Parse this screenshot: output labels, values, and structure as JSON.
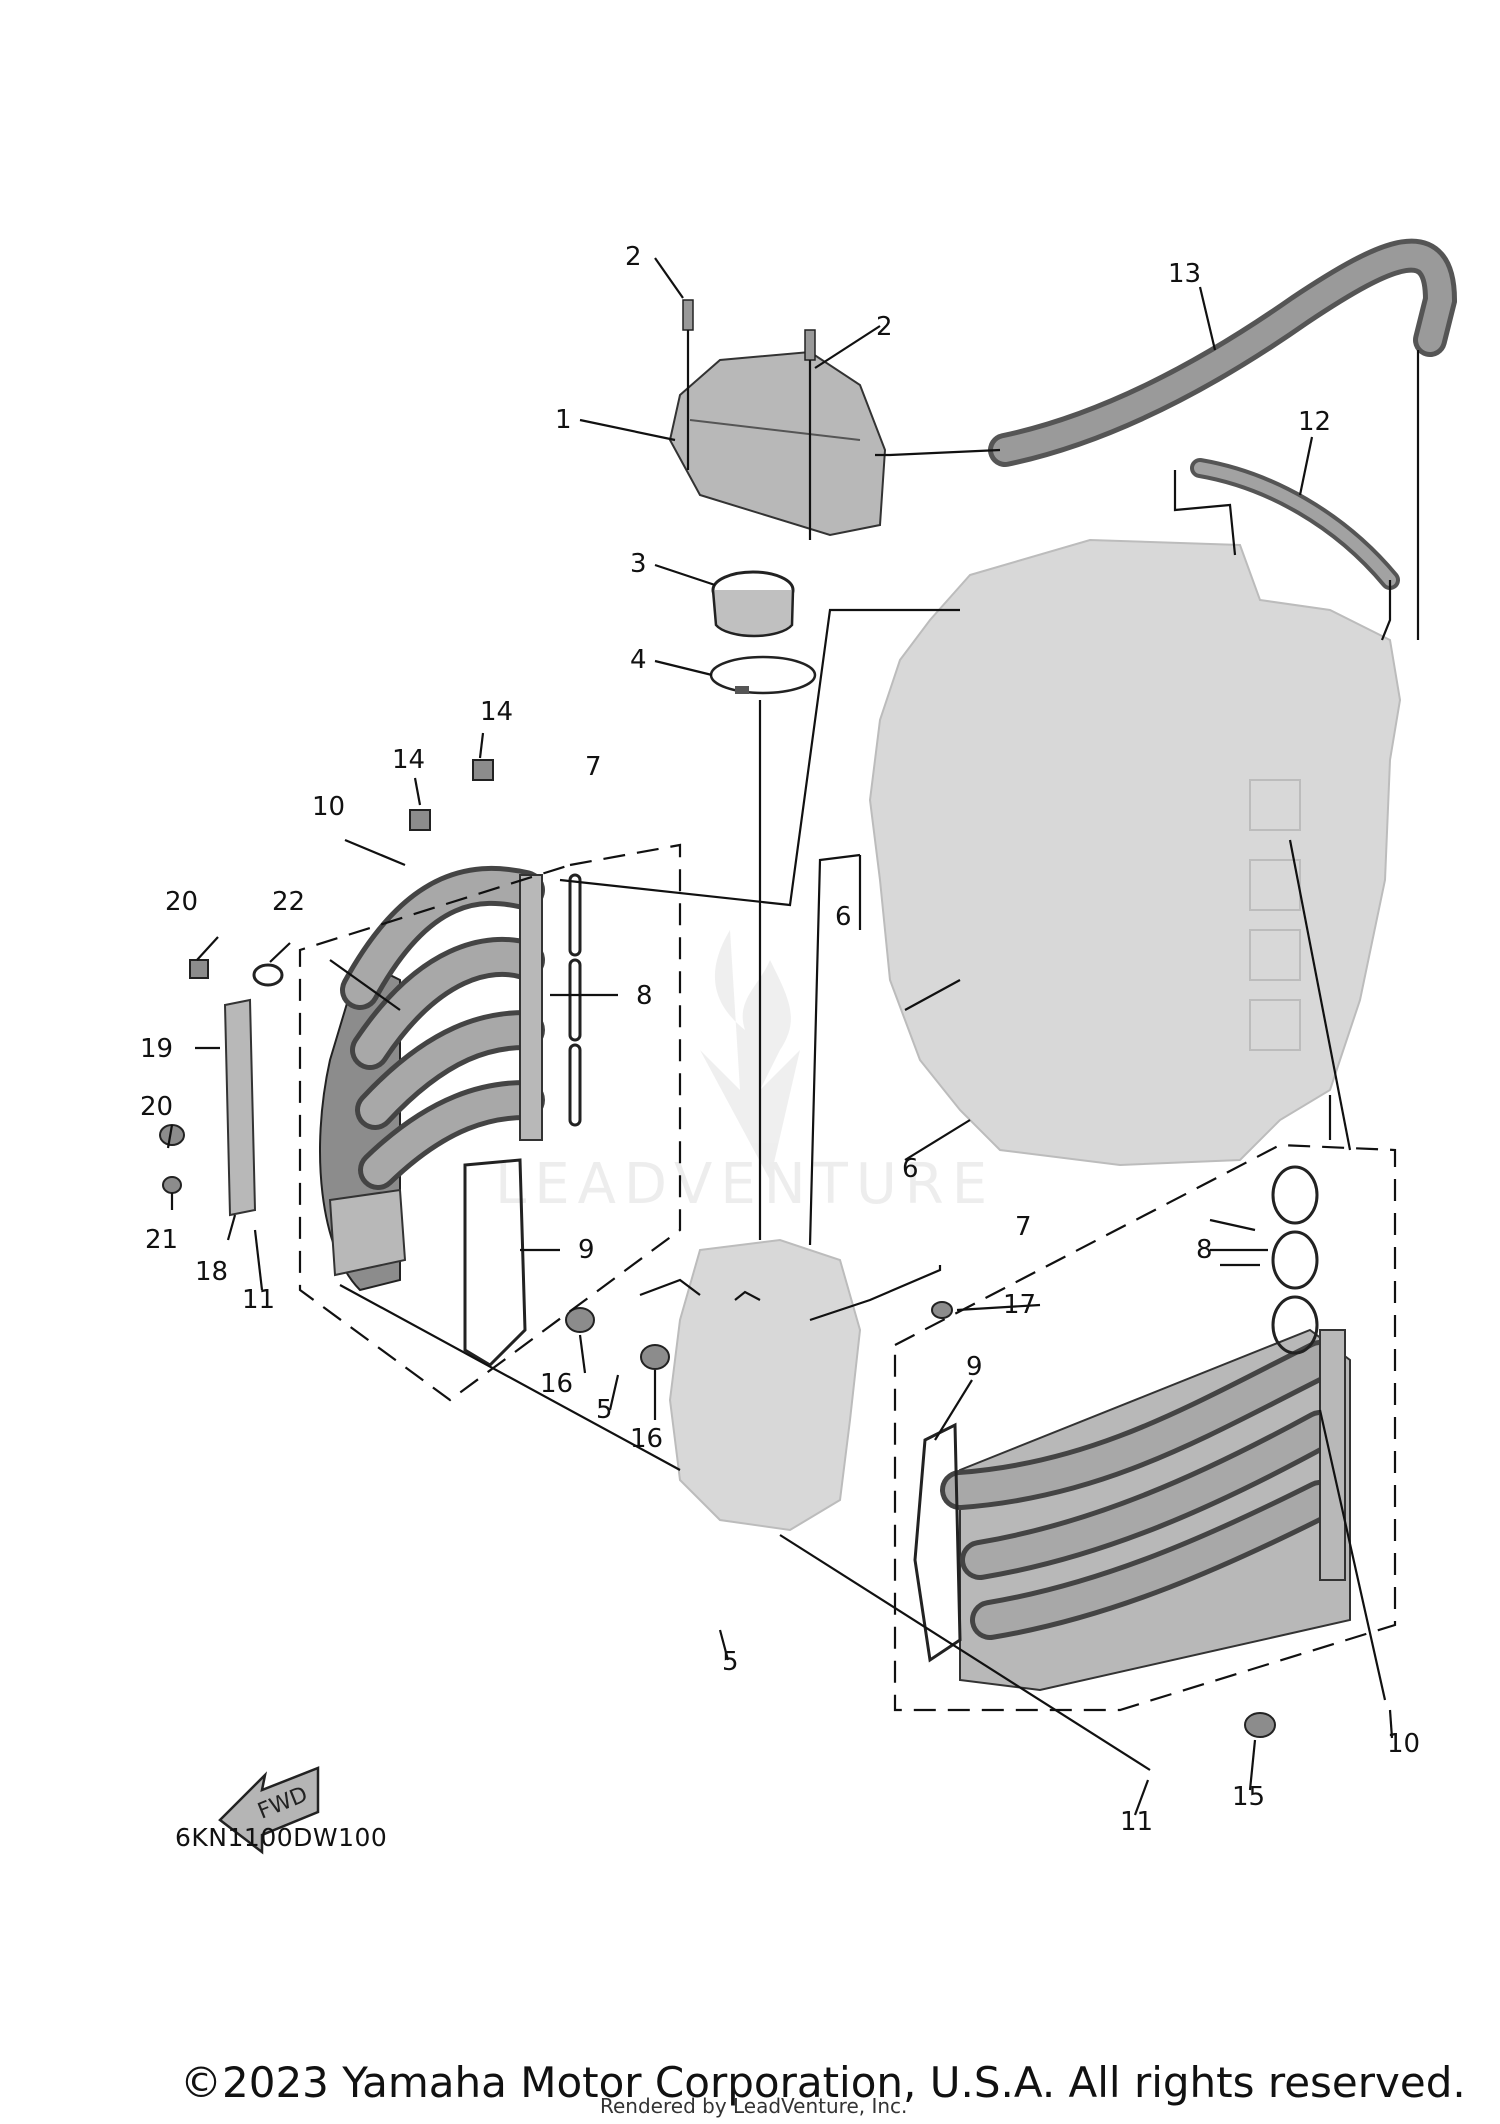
{
  "diagram_code": "6KN1100DW100",
  "fwd_label": "FWD",
  "copyright": "©2023 Yamaha Motor Corporation, U.S.A. All rights reserved.",
  "rendered_by": "Rendered by LeadVenture, Inc.",
  "watermark": "LEADVENTURE",
  "callouts": {
    "c1": "1",
    "c2a": "2",
    "c2b": "2",
    "c3": "3",
    "c4": "4",
    "c5a": "5",
    "c5b": "5",
    "c6a": "6",
    "c6b": "6",
    "c7a": "7",
    "c7b": "7",
    "c8a": "8",
    "c8b": "8",
    "c9a": "9",
    "c9b": "9",
    "c10a": "10",
    "c10b": "10",
    "c11a": "11",
    "c11b": "11",
    "c12": "12",
    "c13": "13",
    "c14a": "14",
    "c14b": "14",
    "c15": "15",
    "c16a": "16",
    "c16b": "16",
    "c17": "17",
    "c18": "18",
    "c19": "19",
    "c20a": "20",
    "c20b": "20",
    "c21": "21",
    "c22": "22"
  }
}
